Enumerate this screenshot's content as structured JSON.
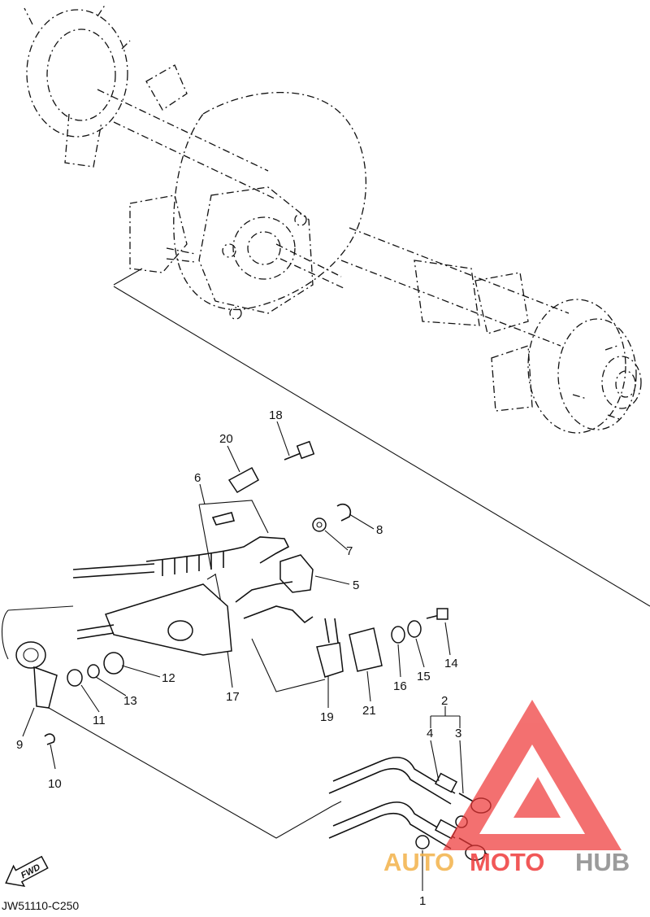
{
  "diagram": {
    "part_code": "JW51110-C250",
    "fwd_label": "FWD",
    "callouts": [
      {
        "id": "1",
        "label": "1"
      },
      {
        "id": "2",
        "label": "2"
      },
      {
        "id": "3",
        "label": "3"
      },
      {
        "id": "4",
        "label": "4"
      },
      {
        "id": "5",
        "label": "5"
      },
      {
        "id": "6",
        "label": "6"
      },
      {
        "id": "7",
        "label": "7"
      },
      {
        "id": "8",
        "label": "8"
      },
      {
        "id": "9",
        "label": "9"
      },
      {
        "id": "10",
        "label": "10"
      },
      {
        "id": "11",
        "label": "11"
      },
      {
        "id": "12",
        "label": "12"
      },
      {
        "id": "13",
        "label": "13"
      },
      {
        "id": "14",
        "label": "14"
      },
      {
        "id": "15",
        "label": "15"
      },
      {
        "id": "16",
        "label": "16"
      },
      {
        "id": "17",
        "label": "17"
      },
      {
        "id": "18",
        "label": "18"
      },
      {
        "id": "19",
        "label": "19"
      },
      {
        "id": "20",
        "label": "20"
      },
      {
        "id": "21",
        "label": "21"
      }
    ]
  },
  "watermark": {
    "text_auto": "AUTO",
    "text_moto": "MOTO",
    "text_hub": "HUB",
    "color_auto": "#f3b24a",
    "color_moto": "#ef3b3b",
    "color_hub": "#8a8a8a",
    "logo_color": "#ee3535"
  }
}
